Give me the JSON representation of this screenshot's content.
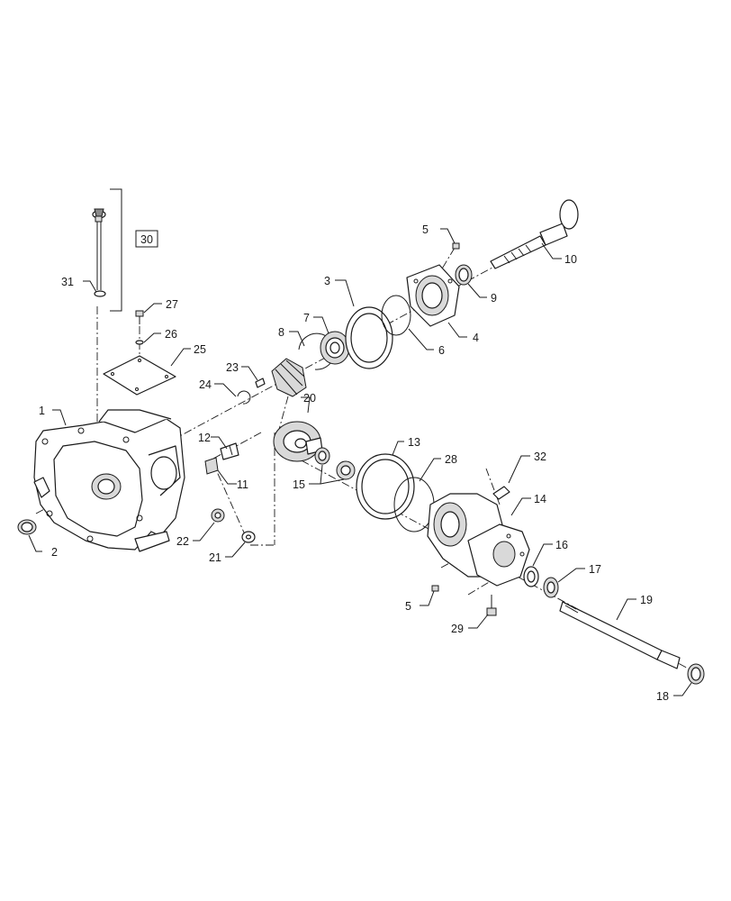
{
  "callouts": [
    {
      "id": "c1",
      "num": "1"
    },
    {
      "id": "c2",
      "num": "2"
    },
    {
      "id": "c3",
      "num": "3"
    },
    {
      "id": "c4",
      "num": "4"
    },
    {
      "id": "c5a",
      "num": "5"
    },
    {
      "id": "c5b",
      "num": "5"
    },
    {
      "id": "c6",
      "num": "6"
    },
    {
      "id": "c7",
      "num": "7"
    },
    {
      "id": "c8",
      "num": "8"
    },
    {
      "id": "c9",
      "num": "9"
    },
    {
      "id": "c10",
      "num": "10"
    },
    {
      "id": "c11",
      "num": "11"
    },
    {
      "id": "c12",
      "num": "12"
    },
    {
      "id": "c13",
      "num": "13"
    },
    {
      "id": "c14",
      "num": "14"
    },
    {
      "id": "c15",
      "num": "15"
    },
    {
      "id": "c16",
      "num": "16"
    },
    {
      "id": "c17",
      "num": "17"
    },
    {
      "id": "c18",
      "num": "18"
    },
    {
      "id": "c19",
      "num": "19"
    },
    {
      "id": "c20",
      "num": "20"
    },
    {
      "id": "c21",
      "num": "21"
    },
    {
      "id": "c22",
      "num": "22"
    },
    {
      "id": "c23",
      "num": "23"
    },
    {
      "id": "c24",
      "num": "24"
    },
    {
      "id": "c25",
      "num": "25"
    },
    {
      "id": "c26",
      "num": "26"
    },
    {
      "id": "c27",
      "num": "27"
    },
    {
      "id": "c28",
      "num": "28"
    },
    {
      "id": "c29",
      "num": "29"
    },
    {
      "id": "c30",
      "num": "30"
    },
    {
      "id": "c31",
      "num": "31"
    },
    {
      "id": "c32",
      "num": "32"
    }
  ]
}
